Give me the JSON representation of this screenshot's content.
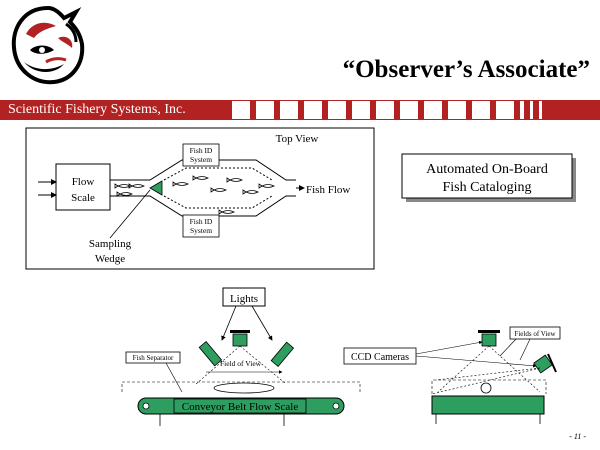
{
  "title": "“Observer’s Associate”",
  "company": "Scientific Fishery Systems, Inc.",
  "top_diagram": {
    "top_view": "Top View",
    "fish_id_system_top": [
      "Fish ID",
      "System"
    ],
    "fish_id_system_bottom": [
      "Fish ID",
      "System"
    ],
    "flow_scale": [
      "Flow",
      "Scale"
    ],
    "fish_flow": "Fish Flow",
    "sampling_wedge": [
      "Sampling",
      "Wedge"
    ]
  },
  "callout": [
    "Automated On-Board",
    "Fish Cataloging"
  ],
  "bottom_diagram": {
    "lights": "Lights",
    "fish_separator": "Fish Separator",
    "field_of_view": "Field of View",
    "ccd_cameras": "CCD Cameras",
    "fields_of_view": "Fields of View",
    "conveyor": "Conveyor Belt Flow Scale"
  },
  "page_number": "- 11 -",
  "colors": {
    "banner": "#b22222",
    "device": "#2e9e60",
    "logo_red": "#b22222"
  }
}
